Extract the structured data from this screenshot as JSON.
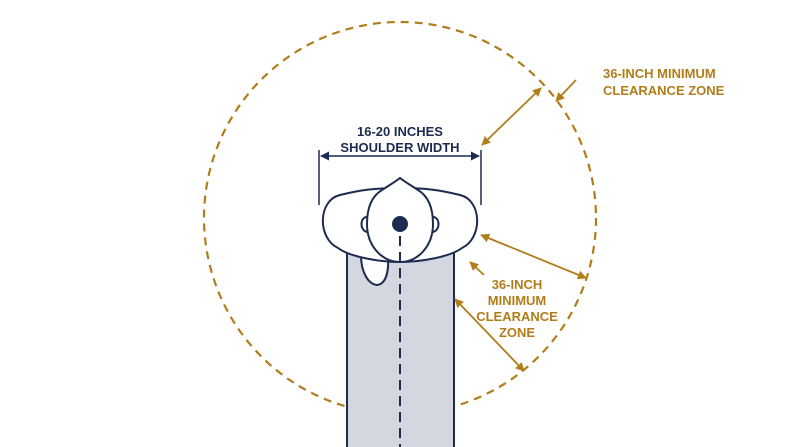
{
  "colors": {
    "gold": "#b07d1a",
    "navy": "#1c2b4f",
    "body_fill": "#d4d7e0"
  },
  "shoulder_label": {
    "line1": "16-20 INCHES",
    "line2": "SHOULDER WIDTH"
  },
  "clearance_top": {
    "line1": "36-INCH MINIMUM",
    "line2": "CLEARANCE ZONE"
  },
  "clearance_side": {
    "line1": "36-INCH",
    "line2": "MINIMUM",
    "line3": "CLEARANCE",
    "line4": "ZONE"
  }
}
